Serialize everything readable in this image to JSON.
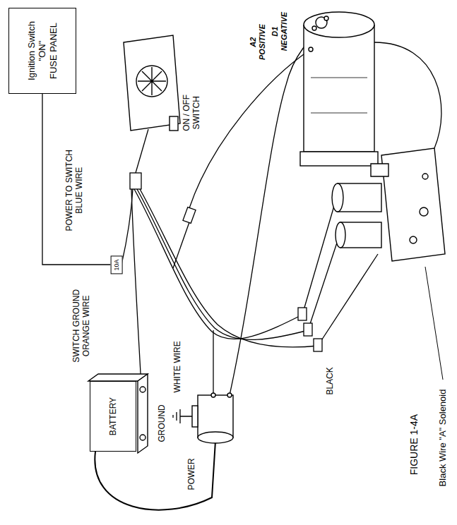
{
  "diagram": {
    "caption": "FIGURE 1-4A",
    "nodes": [
      {
        "text": [
          "Ignition Switch \"ON\"",
          "FUSE PANEL"
        ]
      },
      {
        "text": [
          "10A"
        ]
      },
      {
        "text": [
          "BATTERY"
        ]
      }
    ],
    "edges": [
      {
        "from": 0,
        "to": 1,
        "arrow": "none"
      }
    ],
    "labels": [
      "POWER TO SWITCH BLUE WIRE",
      "ON / OFF SWITCH",
      "SWITCH GROUND ORANGE WIRE",
      "GROUND",
      "POWER",
      "WHITE WIRE",
      "BLACK",
      "A2 POSITIVE",
      "D1 NEGATIVE",
      "Black Wire \"A\" Solenoid"
    ]
  }
}
